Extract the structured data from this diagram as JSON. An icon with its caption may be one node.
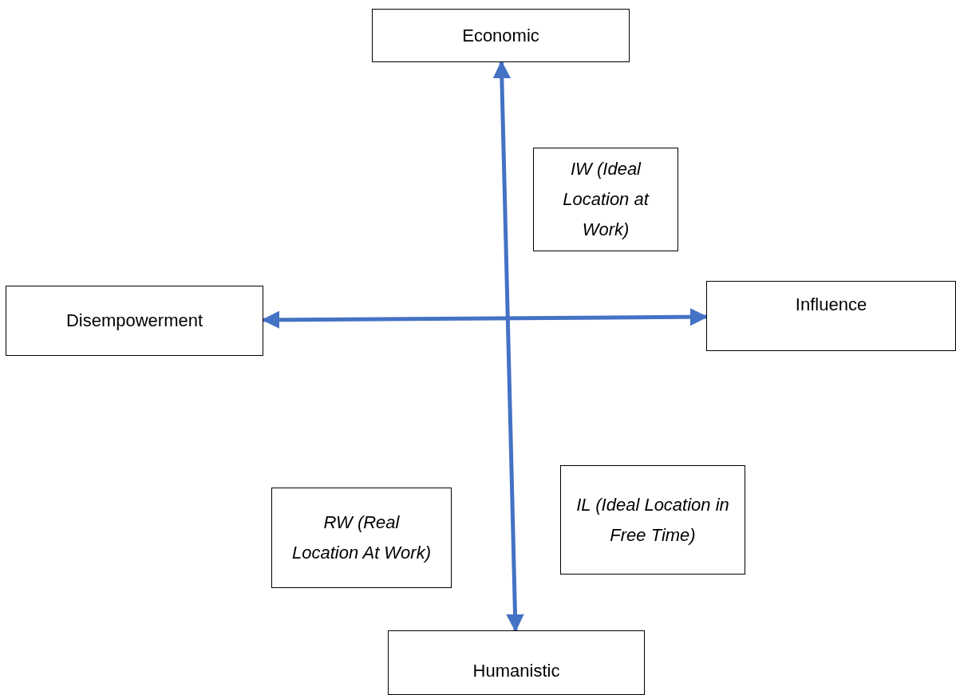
{
  "diagram": {
    "nodes": [
      {
        "text": [
          "Economic"
        ]
      },
      {
        "text": [
          "IW (Ideal Location at Work)"
        ]
      },
      {
        "text": [
          "Disempowerment"
        ]
      },
      {
        "text": [
          "Influence"
        ]
      },
      {
        "text": [
          "IL (Ideal Location in Free Time)"
        ]
      },
      {
        "text": [
          "RW (Real Location At Work)"
        ]
      },
      {
        "text": [
          "Humanistic"
        ]
      }
    ],
    "edges": [
      {
        "from": 0,
        "to": 6,
        "arrow": "both"
      },
      {
        "from": 2,
        "to": 3,
        "arrow": "both"
      }
    ]
  }
}
